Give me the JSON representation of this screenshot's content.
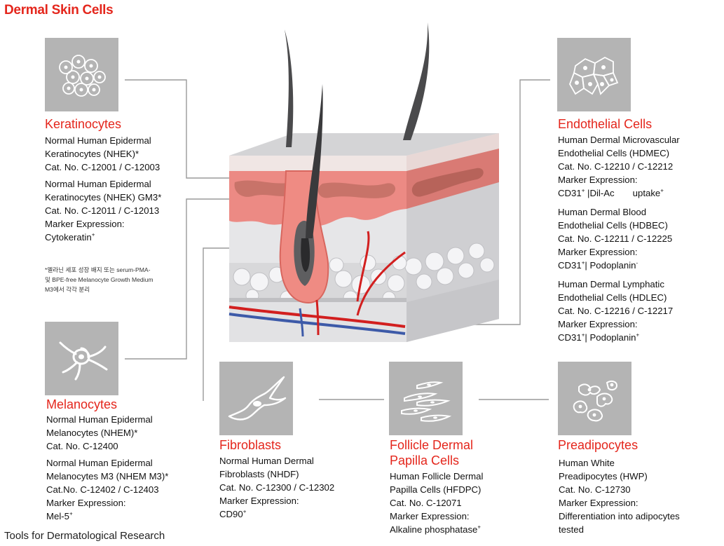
{
  "title": "Dermal Skin Cells",
  "footer": "Tools for Dermatological Research",
  "note": {
    "line1": "*멜라닌 세포 성장 배지 또는 serum-PMA-",
    "line2": "및 BPE-free Melanocyte Growth Medium",
    "line3": "M3에서 각각 분리"
  },
  "keratinocytes": {
    "title": "Keratinocytes",
    "icon": "keratinocyte-cluster-icon",
    "product1": {
      "line1": "Normal Human Epidermal",
      "line2": "Keratinocytes (NHEK)*",
      "cat": "Cat. No. C-12001 / C-12003"
    },
    "product2": {
      "line1": "Normal Human Epidermal",
      "line2": "Keratinocytes (NHEK) GM3*",
      "cat": "Cat. No. C-12011 / C-12013"
    },
    "marker_label": "Marker Expression:",
    "marker": "Cytokeratin",
    "marker_sup": "+"
  },
  "melanocytes": {
    "title": "Melanocytes",
    "icon": "melanocyte-icon",
    "product1": {
      "line1": "Normal Human Epidermal",
      "line2": "Melanocytes (NHEM)*",
      "cat": "Cat. No. C-12400"
    },
    "product2": {
      "line1": "Normal Human Epidermal",
      "line2": "Melanocytes M3 (NHEM M3)*",
      "cat": "Cat.No. C-12402 / C-12403"
    },
    "marker_label": "Marker Expression:",
    "marker": "Mel-5",
    "marker_sup": "+"
  },
  "fibroblasts": {
    "title": "Fibroblasts",
    "icon": "fibroblast-icon",
    "line1": "Normal Human Dermal",
    "line2": "Fibroblasts (NHDF)",
    "cat": "Cat. No. C-12300 / C-12302",
    "marker_label": "Marker Expression:",
    "marker": "CD90",
    "marker_sup": "+"
  },
  "follicle": {
    "title_line1": "Follicle Dermal",
    "title_line2": "Papilla Cells",
    "icon": "papilla-cells-icon",
    "line1": "Human Follicle Dermal",
    "line2": "Papilla Cells (HFDPC)",
    "cat": "Cat. No. C-12071",
    "marker_label": "Marker Expression:",
    "marker": "Alkaline phosphatase",
    "marker_sup": "+"
  },
  "preadipocytes": {
    "title": "Preadipocytes",
    "icon": "preadipocyte-icon",
    "line1": "Human White",
    "line2": "Preadipocytes (HWP)",
    "cat": "Cat. No. C-12730",
    "marker_label": "Marker Expression:",
    "marker1": "Differentiation into adipocytes",
    "marker2": "tested"
  },
  "endothelial": {
    "title": "Endothelial Cells",
    "icon": "endothelial-cells-icon",
    "p1": {
      "line1": "Human Dermal Microvascular",
      "line2": "Endothelial Cells (HDMEC)",
      "cat": "Cat. No. C-12210 / C-12212",
      "marker_label": "Marker Expression:",
      "m_a": "CD31",
      "m_a_sup": "+",
      "m_b": " |Dil-Ac",
      "m_c": "uptake",
      "m_c_sup": "+"
    },
    "p2": {
      "line1": "Human Dermal Blood",
      "line2": "Endothelial Cells (HDBEC)",
      "cat": "Cat. No. C-12211 / C-12225",
      "marker_label": "Marker Expression:",
      "m_a": "CD31",
      "m_a_sup": "+",
      "m_b": "| Podoplanin",
      "m_b_sup": "-"
    },
    "p3": {
      "line1": "Human  Dermal  Lymphatic",
      "line2": "Endothelial  Cells  (HDLEC)",
      "cat": "Cat. No. C-12216 / C-12217",
      "marker_label": "Marker Expression:",
      "m_a": "CD31",
      "m_a_sup": "+",
      "m_b": "| Podoplanin",
      "m_b_sup": "+"
    }
  },
  "colors": {
    "accent": "#e4261c",
    "icon_bg": "#b4b4b4",
    "connector": "#9a9a9a"
  }
}
